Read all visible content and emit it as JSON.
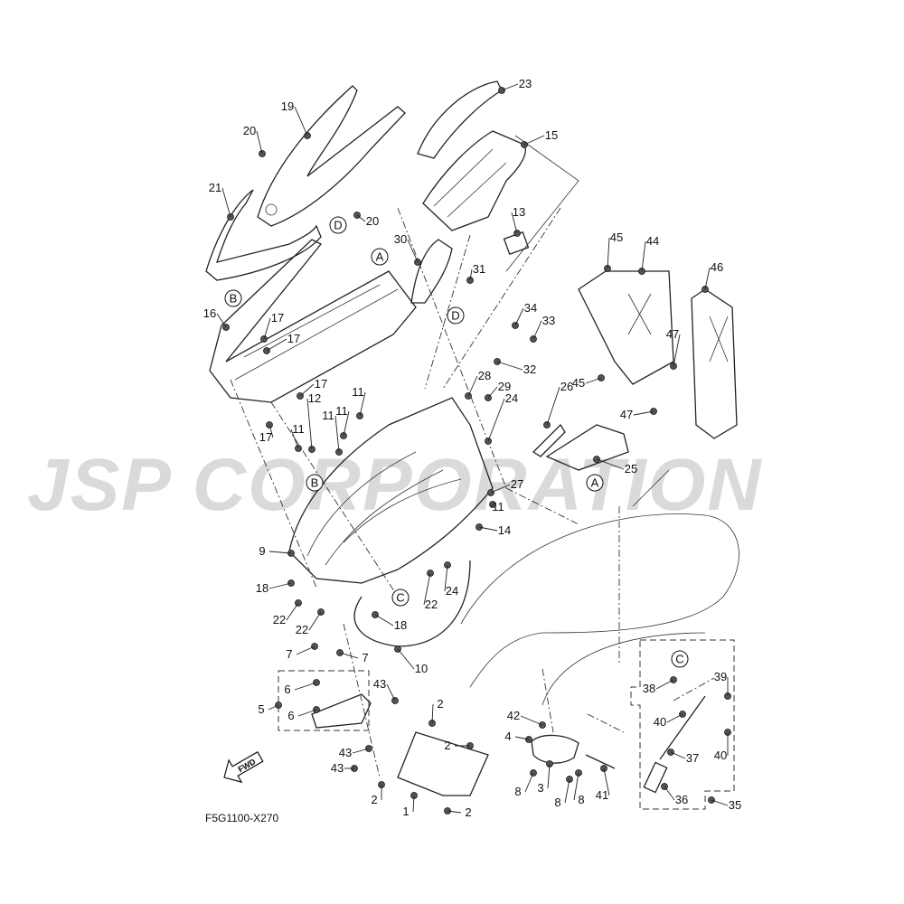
{
  "diagram": {
    "drawing_code": "F5G1100-X270",
    "watermark": "JSP CORPORATION",
    "direction_badge": "FWD",
    "part_labels": [
      "19",
      "20",
      "20",
      "21",
      "16",
      "17",
      "17",
      "30",
      "31",
      "13",
      "23",
      "15",
      "45",
      "44",
      "46",
      "34",
      "33",
      "32",
      "28",
      "29",
      "47",
      "45",
      "47",
      "24",
      "26",
      "25",
      "27",
      "11",
      "14",
      "11",
      "11",
      "17",
      "12",
      "11",
      "11",
      "17",
      "9",
      "18",
      "22",
      "22",
      "22",
      "24",
      "18",
      "10",
      "7",
      "7",
      "6",
      "6",
      "5",
      "43",
      "43",
      "43",
      "2",
      "2",
      "2",
      "2",
      "1",
      "42",
      "4",
      "8",
      "3",
      "8",
      "8",
      "41",
      "38",
      "39",
      "40",
      "40",
      "37",
      "36",
      "35"
    ],
    "reference_markers": [
      "D",
      "B",
      "A",
      "D",
      "A",
      "B",
      "C",
      "C"
    ]
  }
}
